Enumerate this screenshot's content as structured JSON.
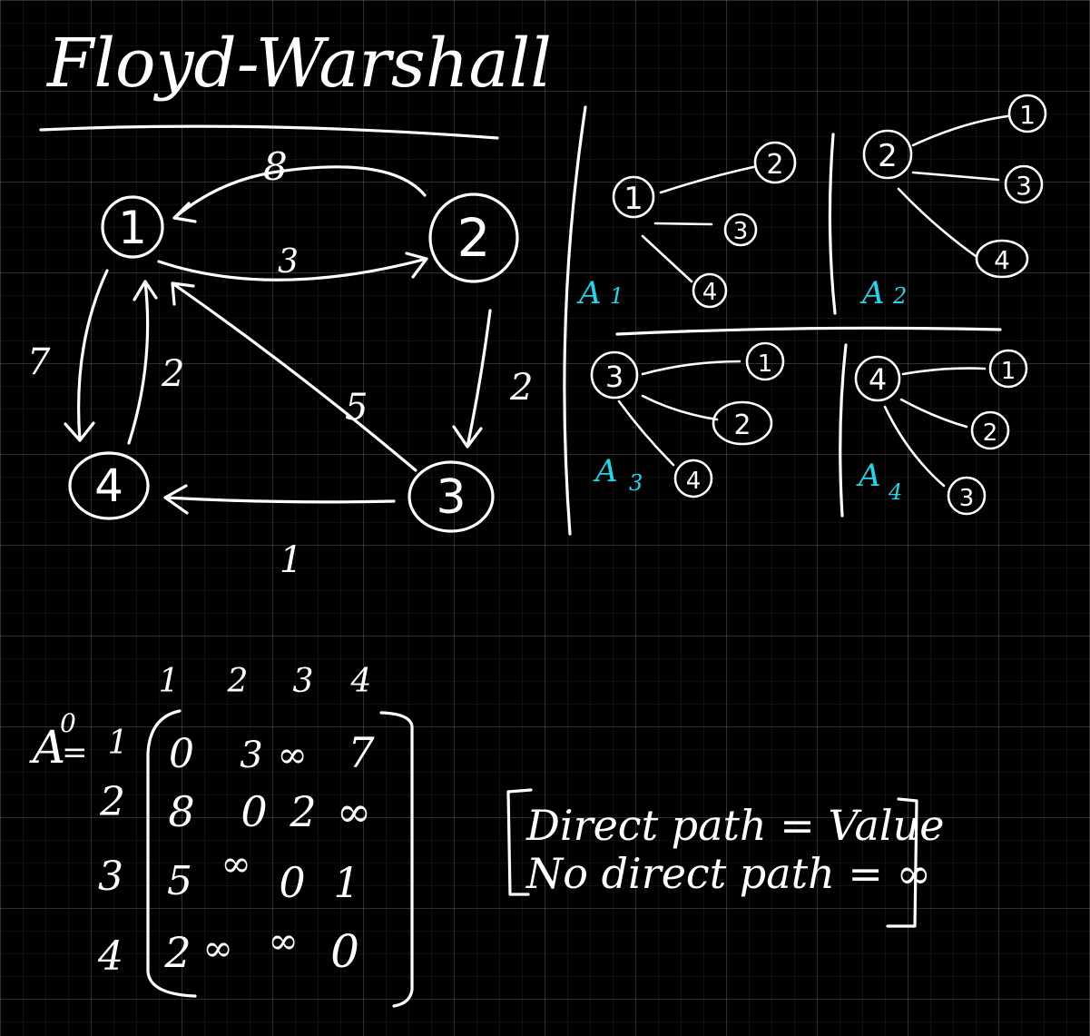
{
  "title": "Floyd-Warshall",
  "colors": {
    "background": "#000000",
    "ink": "#ffffff",
    "accent": "#1ad8f0"
  },
  "graph": {
    "nodes": [
      "1",
      "2",
      "3",
      "4"
    ],
    "edges": [
      {
        "from": "2",
        "to": "1",
        "weight": "8"
      },
      {
        "from": "1",
        "to": "2",
        "weight": "3"
      },
      {
        "from": "2",
        "to": "3",
        "weight": "2"
      },
      {
        "from": "3",
        "to": "1",
        "weight": "5"
      },
      {
        "from": "3",
        "to": "4",
        "weight": "1"
      },
      {
        "from": "1",
        "to": "4",
        "weight": "7"
      },
      {
        "from": "4",
        "to": "1",
        "weight": "2"
      }
    ]
  },
  "trees": [
    {
      "label": "A",
      "sub": "1",
      "root": "1",
      "children": [
        "2",
        "3",
        "4"
      ]
    },
    {
      "label": "A",
      "sub": "2",
      "root": "2",
      "children": [
        "1",
        "3",
        "4"
      ]
    },
    {
      "label": "A",
      "sub": "3",
      "root": "3",
      "children": [
        "1",
        "2",
        "4"
      ]
    },
    {
      "label": "A",
      "sub": "4",
      "root": "4",
      "children": [
        "1",
        "2",
        "3"
      ]
    }
  ],
  "matrix": {
    "label": "A",
    "superscript": "0",
    "equals": "=",
    "col_headers": [
      "1",
      "2",
      "3",
      "4"
    ],
    "row_headers": [
      "1",
      "2",
      "3",
      "4"
    ],
    "rows": [
      [
        "0",
        "3",
        "∞",
        "7"
      ],
      [
        "8",
        "0",
        "2",
        "∞"
      ],
      [
        "5",
        "∞",
        "0",
        "1"
      ],
      [
        "2",
        "∞",
        "∞",
        "0"
      ]
    ]
  },
  "note": {
    "line1": "Direct path = Value",
    "line2": "No direct path = ∞"
  }
}
